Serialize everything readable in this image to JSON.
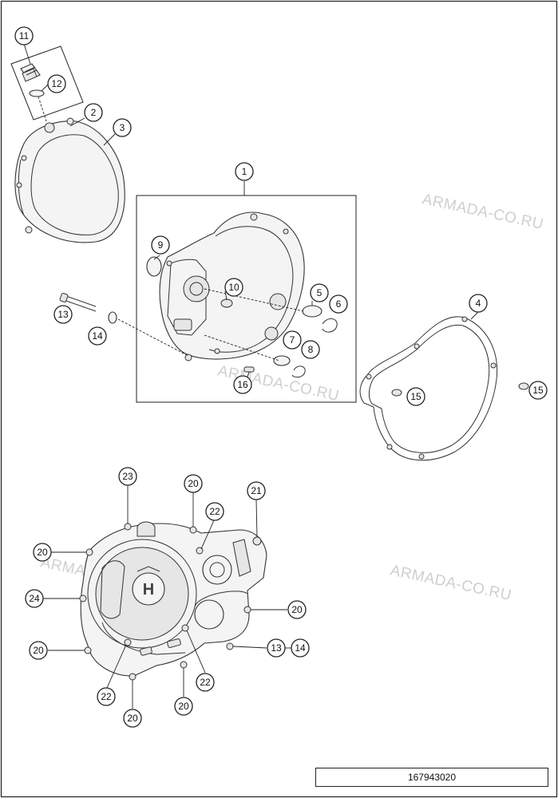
{
  "watermarks": [
    "ARMADA-CO.RU",
    "ARMADA-CO.RU",
    "ARMADA-CO.RU",
    "ARMADA-CO.RU"
  ],
  "callouts": {
    "c11": "11",
    "c12": "12",
    "c2": "2",
    "c3": "3",
    "c1": "1",
    "c9": "9",
    "c10": "10",
    "c5": "5",
    "c6": "6",
    "c4": "4",
    "c7": "7",
    "c8": "8",
    "c13a": "13",
    "c14a": "14",
    "c16": "16",
    "c15a": "15",
    "c15b": "15",
    "c23": "23",
    "c20a": "20",
    "c21": "21",
    "c22a": "22",
    "c20b": "20",
    "c24": "24",
    "c20c": "20",
    "c20d": "20",
    "c13b": "13",
    "c14b": "14",
    "c22b": "22",
    "c22c": "22",
    "c20e": "20",
    "c20f": "20"
  },
  "reference_number": "167943020",
  "emblem": {
    "letter": "H"
  }
}
